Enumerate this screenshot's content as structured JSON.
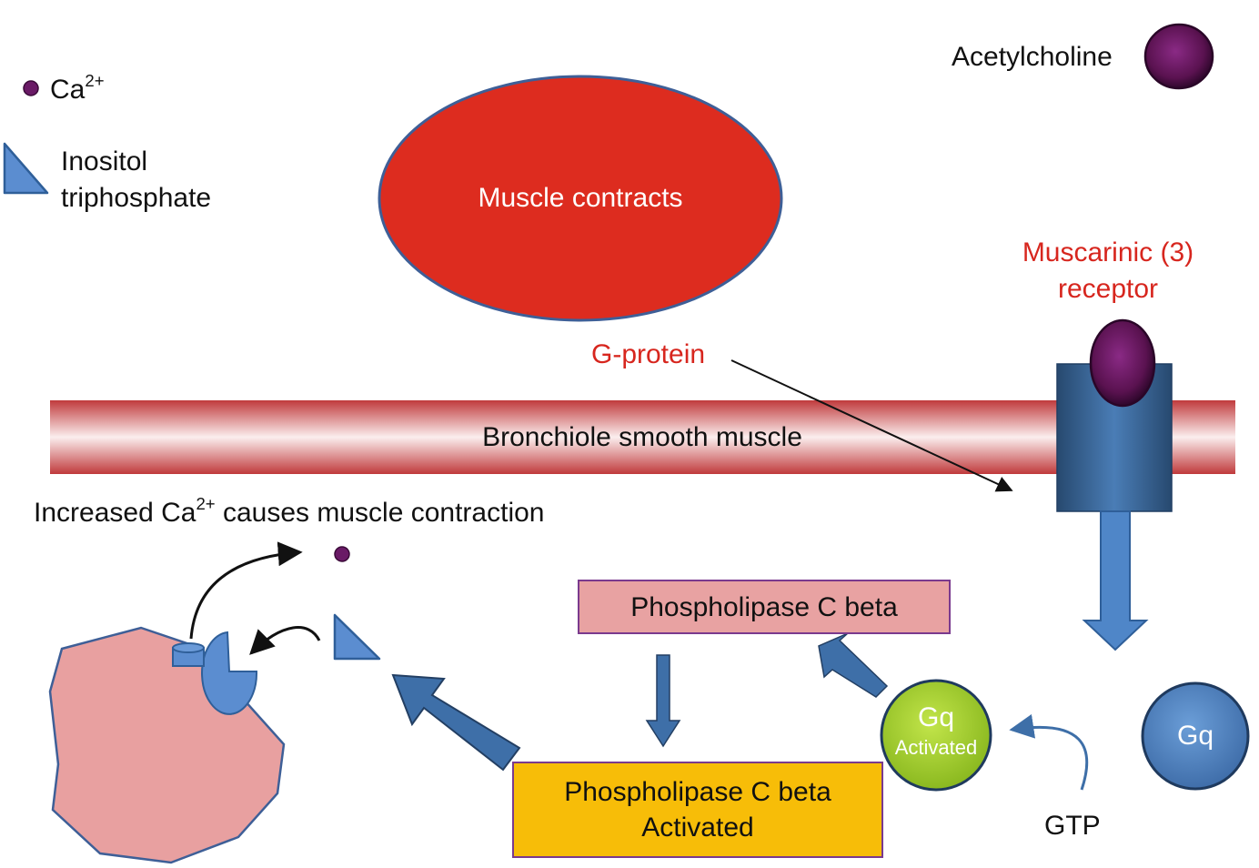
{
  "legend": {
    "ca_label": "Ca",
    "ca_superscript": "2+",
    "ip3_line1": "Inositol",
    "ip3_line2": "triphosphate",
    "acetylcholine_label": "Acetylcholine"
  },
  "muscle_contracts": "Muscle contracts",
  "receptor_label_line1": "Muscarinic (3)",
  "receptor_label_line2": "receptor",
  "g_protein_label": "G-protein",
  "membrane_label": "Bronchiole smooth muscle",
  "ca_increase": {
    "prefix": "Increased Ca",
    "superscript": "2+",
    "suffix": " causes muscle contraction"
  },
  "plc_beta": "Phospholipase C beta",
  "plc_beta_activated_line1": "Phospholipase C beta",
  "plc_beta_activated_line2": "Activated",
  "gq_activated_line1": "Gq",
  "gq_activated_line2": "Activated",
  "gq": "Gq",
  "gtp": "GTP",
  "colors": {
    "ellipse_red": "#dd2c1f",
    "membrane_red": "#c9494a",
    "receptor_blue": "#3e6fa8",
    "ligand_purple": "#5a1250",
    "plc_box_pink": "#e8a2a2",
    "plc_box_activated": "#f7bd08",
    "gq_activated_green": "#a6d22b",
    "gq_blue": "#4f86c8",
    "er_pink": "#e8a0a0"
  }
}
